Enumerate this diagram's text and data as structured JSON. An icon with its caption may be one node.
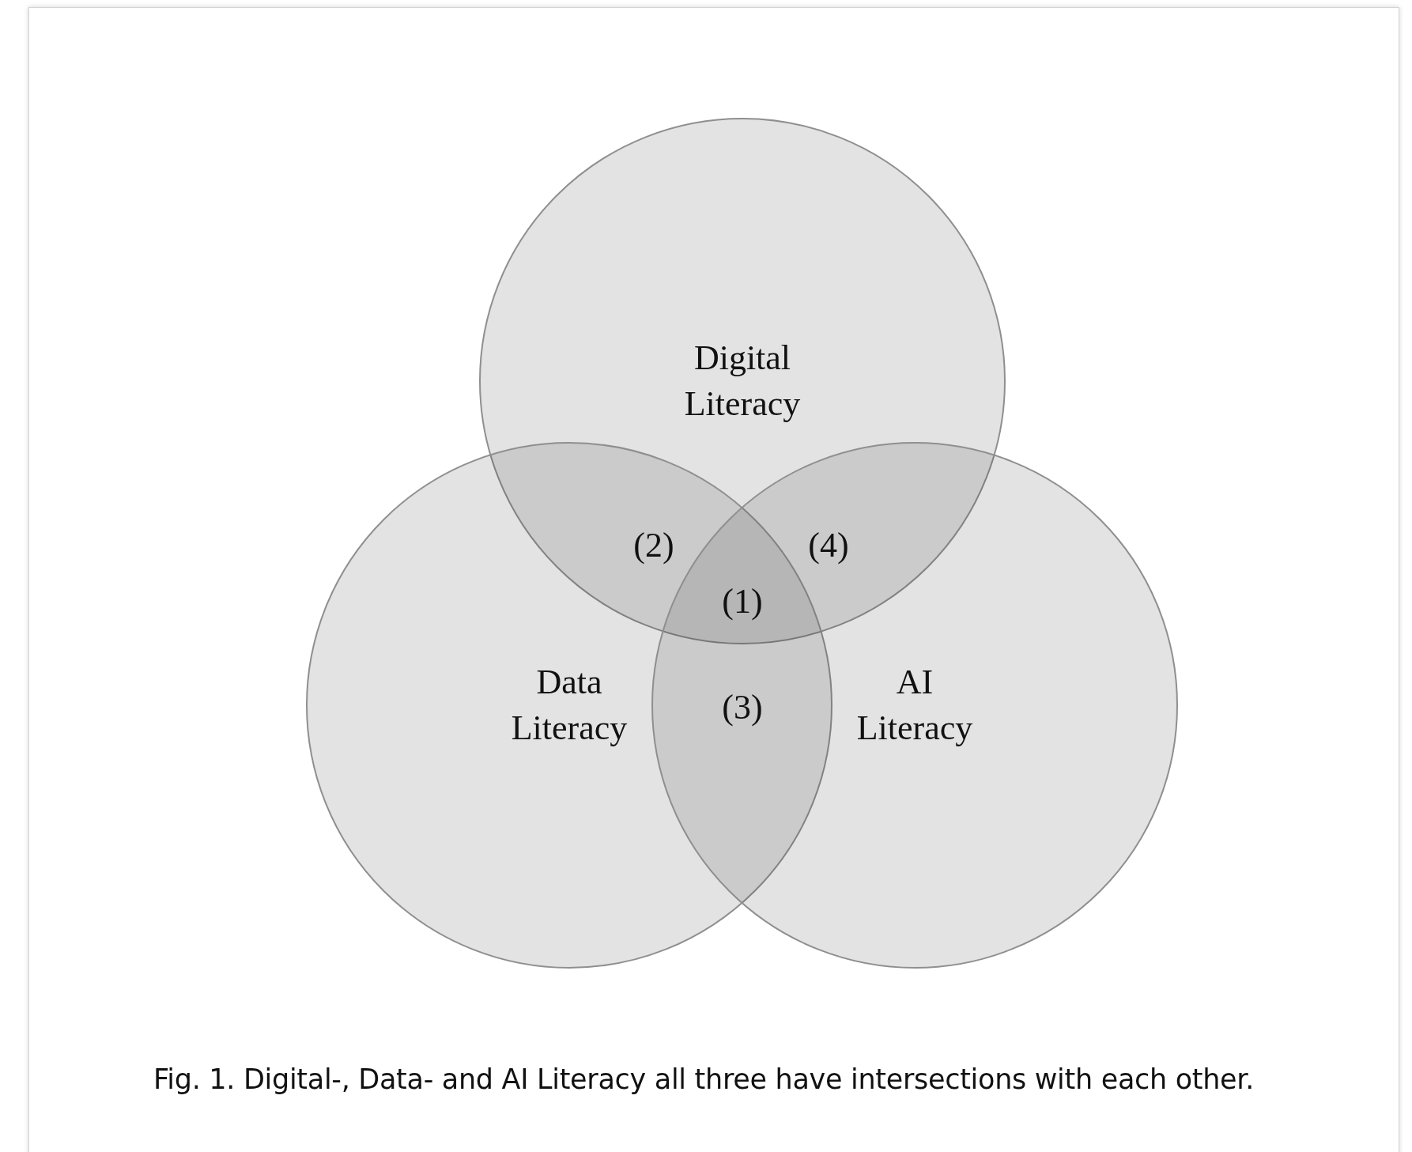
{
  "diagram": {
    "caption": "Fig. 1.  Digital-, Data- and AI Literacy all three have intersections with each other.",
    "nodes": [
      {
        "text": [
          "Digital Literacy"
        ]
      },
      {
        "text": [
          "Data Literacy"
        ]
      },
      {
        "text": [
          "AI Literacy"
        ]
      }
    ],
    "labels": [
      "(2)",
      "(4)",
      "(1)",
      "(3)"
    ]
  }
}
